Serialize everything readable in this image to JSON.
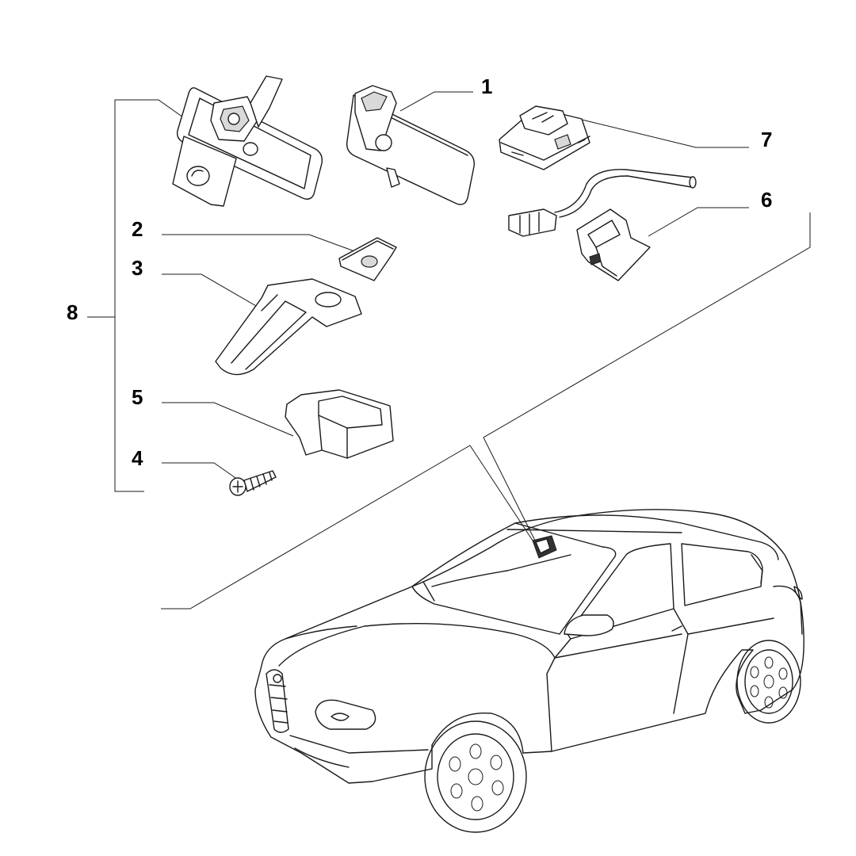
{
  "callouts": [
    {
      "id": "1",
      "label": "1"
    },
    {
      "id": "2",
      "label": "2"
    },
    {
      "id": "3",
      "label": "3"
    },
    {
      "id": "4",
      "label": "4"
    },
    {
      "id": "5",
      "label": "5"
    },
    {
      "id": "6",
      "label": "6"
    },
    {
      "id": "7",
      "label": "7"
    },
    {
      "id": "8",
      "label": "8"
    }
  ],
  "colors": {
    "line": "#1a1a1a",
    "background": "#ffffff",
    "text": "#000000"
  }
}
